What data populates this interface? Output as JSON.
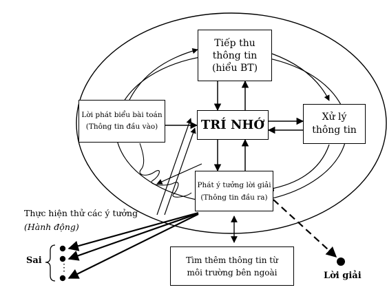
{
  "boxes": {
    "tiep_thu": [
      "Tiếp thu",
      "thông tin",
      "(hiểu BT)"
    ],
    "loi_phat_bieu": [
      "Lời phát biểu bài toán",
      "(Thông tin đầu vào)"
    ],
    "tri_nho": "TRÍ NHỚ",
    "xu_ly": [
      "Xử lý",
      "thông tin"
    ],
    "phat_y_tuong": [
      "Phát ý tưởng lời giải",
      "(Thông tin đầu ra)"
    ],
    "tim_them": [
      "Tìm thêm thông tin từ",
      "môi trường bên ngoài"
    ]
  },
  "labels": {
    "thuc_hien": "Thực hiện thử các ý tưởng",
    "hanh_dong": "(Hành động)",
    "sai": "Sai",
    "ellipsis": "⋮",
    "loi_giai": "Lời giải"
  }
}
